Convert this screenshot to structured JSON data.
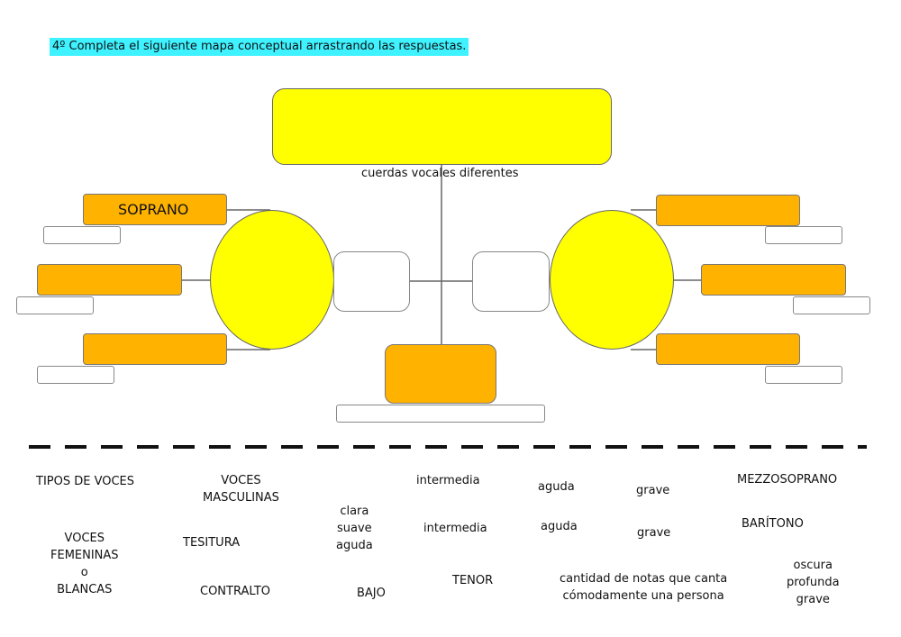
{
  "instruction": "4º Completa el siguiente mapa conceptual arrastrando las respuestas.",
  "map": {
    "subtitle": "cuerdas vocales diferentes",
    "soprano_label": "SOPRANO"
  },
  "tiles": [
    {
      "id": "tipos-de-voces",
      "text": "TIPOS DE VOCES"
    },
    {
      "id": "voces-masculinas",
      "text": "VOCES\nMASCULINAS"
    },
    {
      "id": "clara-suave-aguda",
      "text": "clara\nsuave\naguda"
    },
    {
      "id": "intermedia-1",
      "text": "intermedia"
    },
    {
      "id": "aguda-1",
      "text": "aguda"
    },
    {
      "id": "grave-1",
      "text": "grave"
    },
    {
      "id": "mezzosoprano",
      "text": "MEZZOSOPRANO"
    },
    {
      "id": "voces-femeninas",
      "text": "VOCES\nFEMENINAS\no\nBLANCAS"
    },
    {
      "id": "tesitura",
      "text": "TESITURA"
    },
    {
      "id": "intermedia-2",
      "text": "intermedia"
    },
    {
      "id": "aguda-2",
      "text": "aguda"
    },
    {
      "id": "grave-2",
      "text": "grave"
    },
    {
      "id": "baritono",
      "text": "BARÍTONO"
    },
    {
      "id": "contralto",
      "text": "CONTRALTO"
    },
    {
      "id": "bajo",
      "text": "BAJO"
    },
    {
      "id": "tenor",
      "text": "TENOR"
    },
    {
      "id": "tesitura-definicion",
      "text": "cantidad de notas que canta\ncómodamente una persona"
    },
    {
      "id": "oscura-profunda-grave",
      "text": "oscura\nprofunda\ngrave"
    }
  ]
}
